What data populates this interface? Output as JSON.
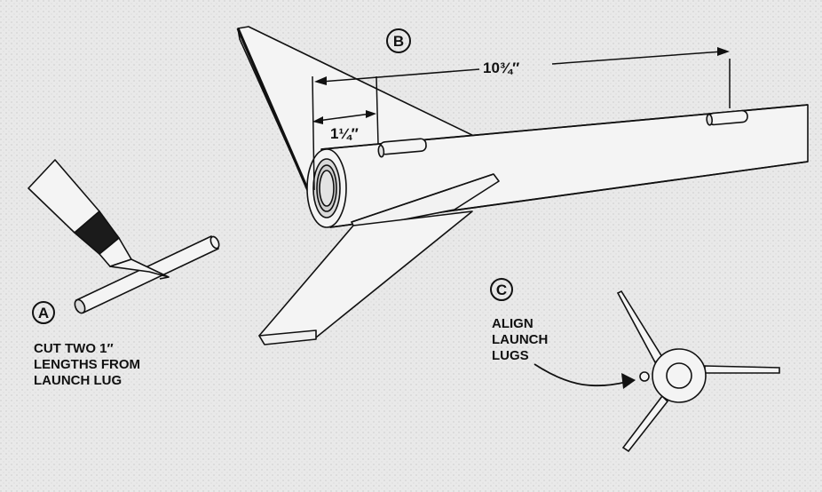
{
  "callouts": {
    "a": {
      "letter": "A",
      "lines": [
        "CUT TWO 1″",
        "LENGTHS FROM",
        "LAUNCH LUG"
      ]
    },
    "b": {
      "letter": "B"
    },
    "c": {
      "letter": "C",
      "lines": [
        "ALIGN",
        "LAUNCH",
        "LUGS"
      ]
    }
  },
  "dimensions": {
    "long": "10¾″",
    "short": "1¼″"
  },
  "colors": {
    "ink": "#111111",
    "paper": "#e9e9e9",
    "body": "#f4f4f4"
  }
}
